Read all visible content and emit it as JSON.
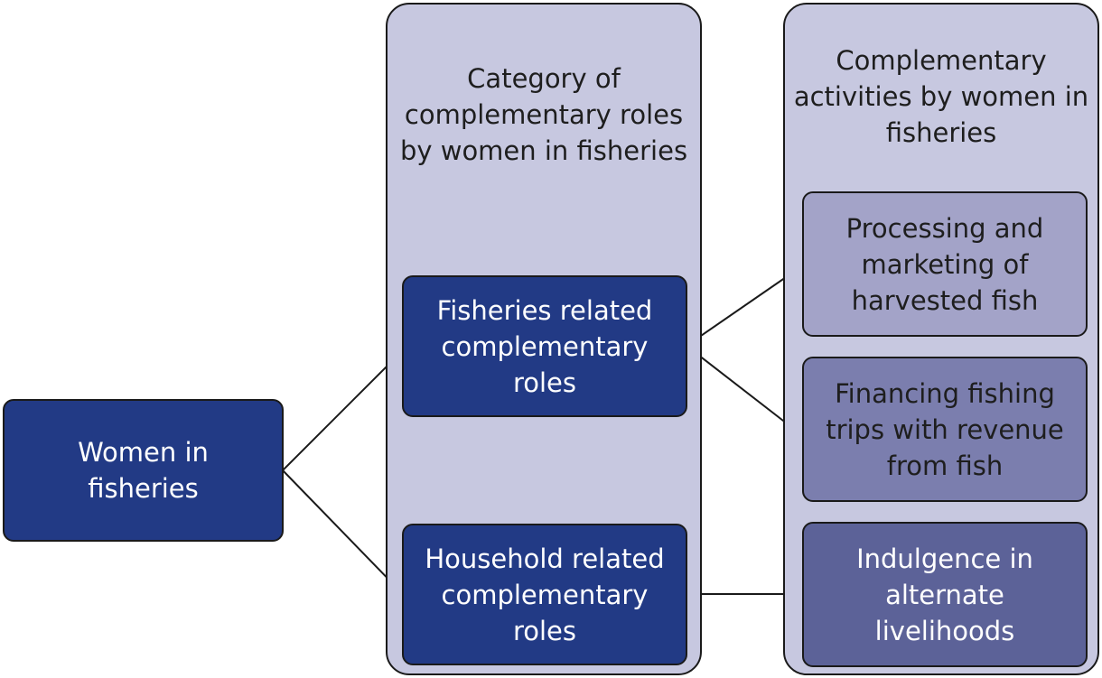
{
  "root": {
    "label": "Women in\nfisheries"
  },
  "category_panel": {
    "title": "Category of\ncomplementary roles\nby women in fisheries",
    "items": [
      {
        "label": "Fisheries related\ncomplementary\nroles"
      },
      {
        "label": "Household related\ncomplementary\nroles"
      }
    ]
  },
  "activities_panel": {
    "title": "Complementary\nactivities by women in\nfisheries",
    "items": [
      {
        "label": "Processing and\nmarketing of\nharvested fish"
      },
      {
        "label": "Financing fishing\ntrips with revenue\nfrom fish"
      },
      {
        "label": "Indulgence in\nalternate\nlivelihoods"
      }
    ]
  },
  "colors": {
    "panel_bg": "#c7c8e0",
    "dark_box": "#223a85",
    "activity_1": "#a3a3c8",
    "activity_2": "#7b7eae",
    "activity_3": "#5c6298"
  }
}
